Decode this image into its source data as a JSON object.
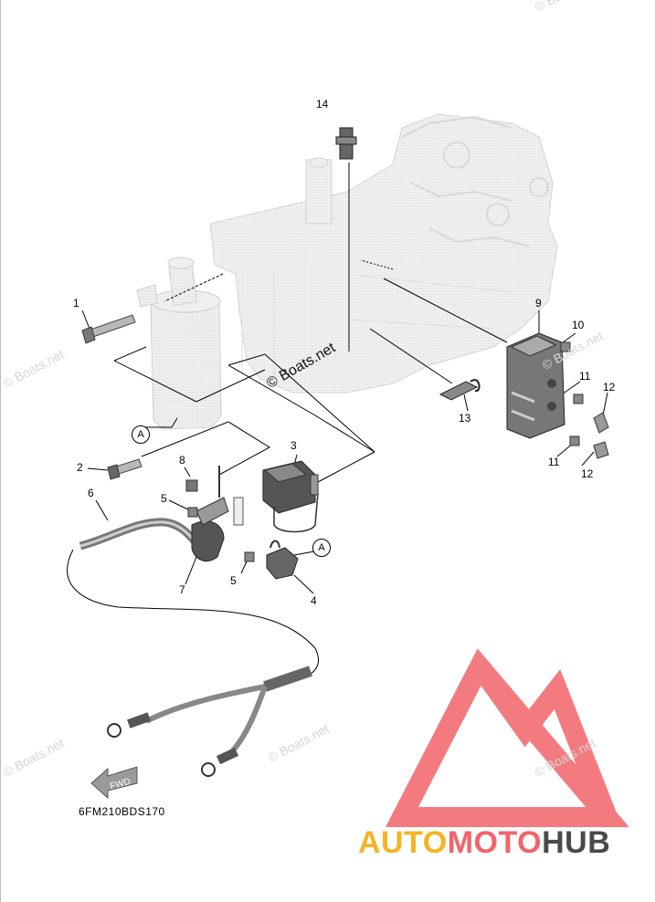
{
  "callouts": {
    "n1": "1",
    "n2": "2",
    "n3": "3",
    "n4": "4",
    "n5a": "5",
    "n5b": "5",
    "n6": "6",
    "n7": "7",
    "n8": "8",
    "n9": "9",
    "n10": "10",
    "n11a": "11",
    "n11b": "11",
    "n12a": "12",
    "n12b": "12",
    "n13": "13",
    "n14": "14",
    "refA1": "A",
    "refA2": "A"
  },
  "watermarks": {
    "main": "© Boats.net",
    "faint1": "© Boats.net",
    "faint2": "© Boats.net",
    "faint3": "© Boats.net",
    "faint4": "© Boats.net",
    "faint5": "© Boats.net",
    "faint6": "© Boats.net"
  },
  "arrow_text": "FWD",
  "diagram_code": "6FM210BDS170",
  "brand": {
    "part1": "AUTO",
    "part2": "MOTO",
    "part3": "HUB"
  },
  "colors": {
    "logo_red": "#f2646a",
    "logo_yellow": "#f5b324",
    "logo_gray": "#4a4a4a"
  }
}
